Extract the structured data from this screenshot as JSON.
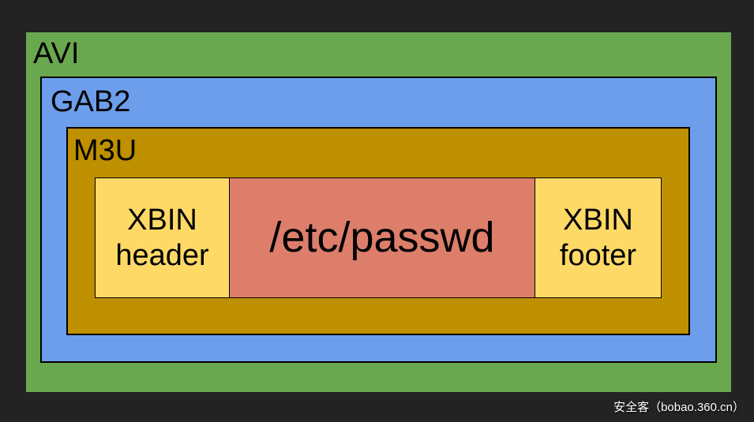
{
  "diagram": {
    "layers": [
      {
        "id": "avi",
        "label": "AVI",
        "color": "#6aa84f"
      },
      {
        "id": "gab2",
        "label": "GAB2",
        "color": "#6d9eeb"
      },
      {
        "id": "m3u",
        "label": "M3U",
        "color": "#bf9000"
      }
    ],
    "segments": [
      {
        "id": "xbin-header",
        "label": "XBIN header",
        "color": "#ffd966"
      },
      {
        "id": "payload",
        "label": "/etc/passwd",
        "color": "#dd7e6b"
      },
      {
        "id": "xbin-footer",
        "label": "XBIN footer",
        "color": "#ffd966"
      }
    ]
  },
  "watermark": {
    "text": "安全客（bobao.360.cn）"
  },
  "colors": {
    "background": "#232323",
    "border": "#000000",
    "label_text": "#000000",
    "watermark_text": "#ffffff"
  }
}
